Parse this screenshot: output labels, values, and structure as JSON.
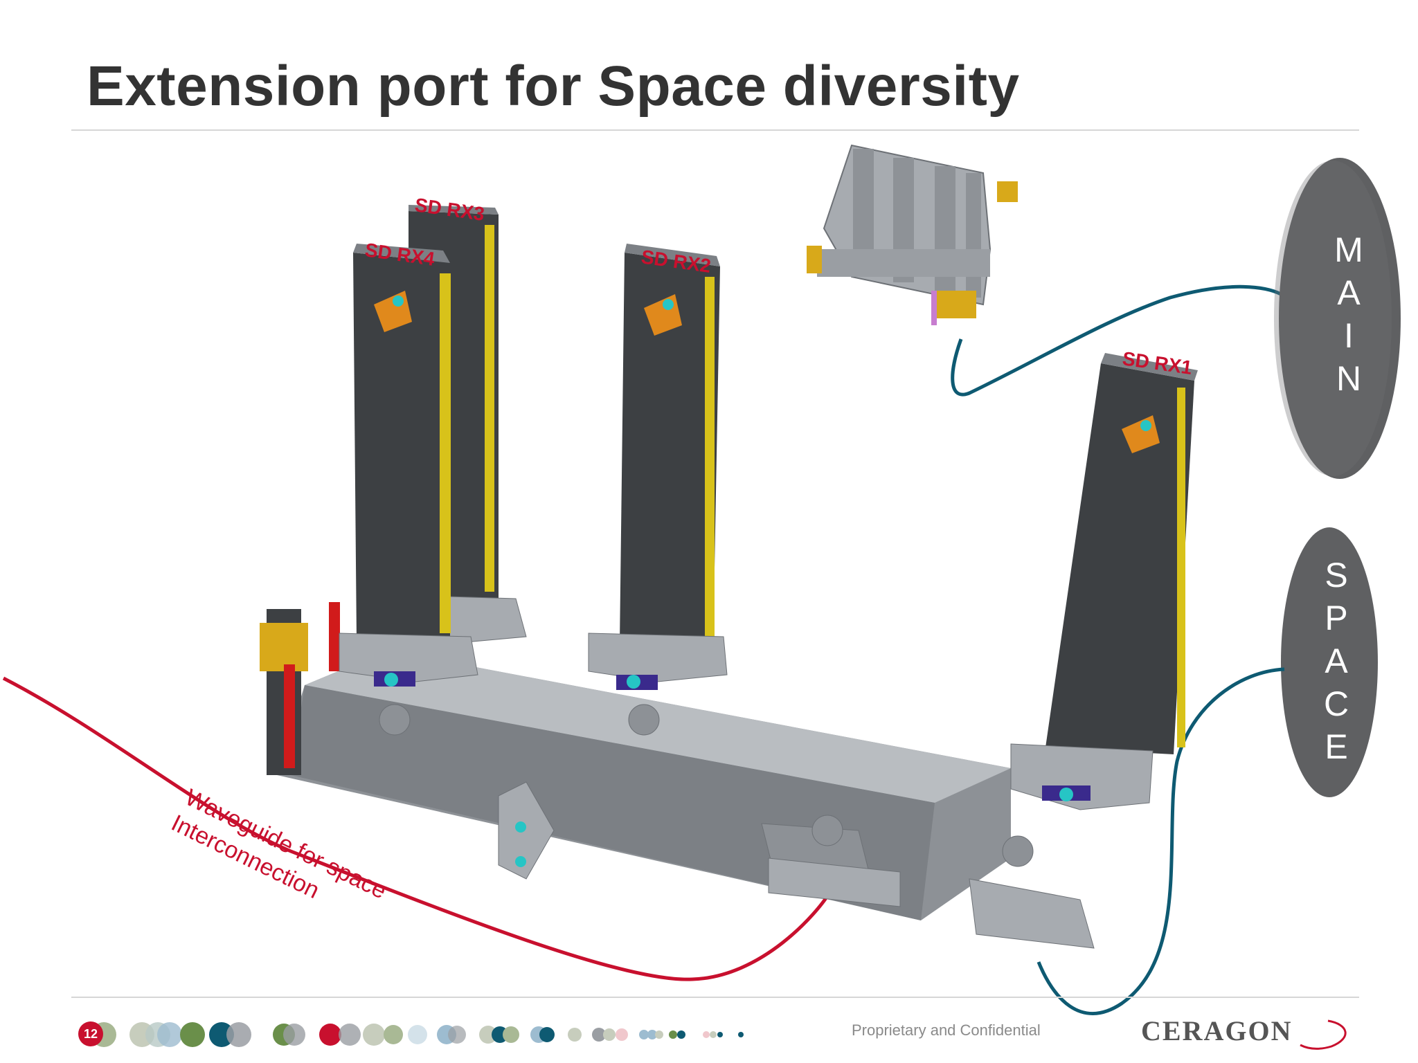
{
  "slide": {
    "title": "Extension port for Space diversity",
    "page_number": "12",
    "footer_note": "Proprietary and Confidential",
    "logo_text": "CERAGON"
  },
  "labels": {
    "rx1": "SD RX1",
    "rx2": "SD RX2",
    "rx3": "SD RX3",
    "rx4": "SD RX4",
    "waveguide_line1": "Waveguide for space",
    "waveguide_line2": "Interconnection"
  },
  "antennas": {
    "main": [
      "M",
      "A",
      "I",
      "N"
    ],
    "space": [
      "S",
      "P",
      "A",
      "C",
      "E"
    ]
  },
  "colors": {
    "title": "#333333",
    "accent_red": "#c8102e",
    "cable_blue": "#0e5a72",
    "unit_dark": "#3d4043",
    "unit_light": "#a7abb0",
    "yellow": "#d8c21a",
    "dish": "#5f6062"
  }
}
